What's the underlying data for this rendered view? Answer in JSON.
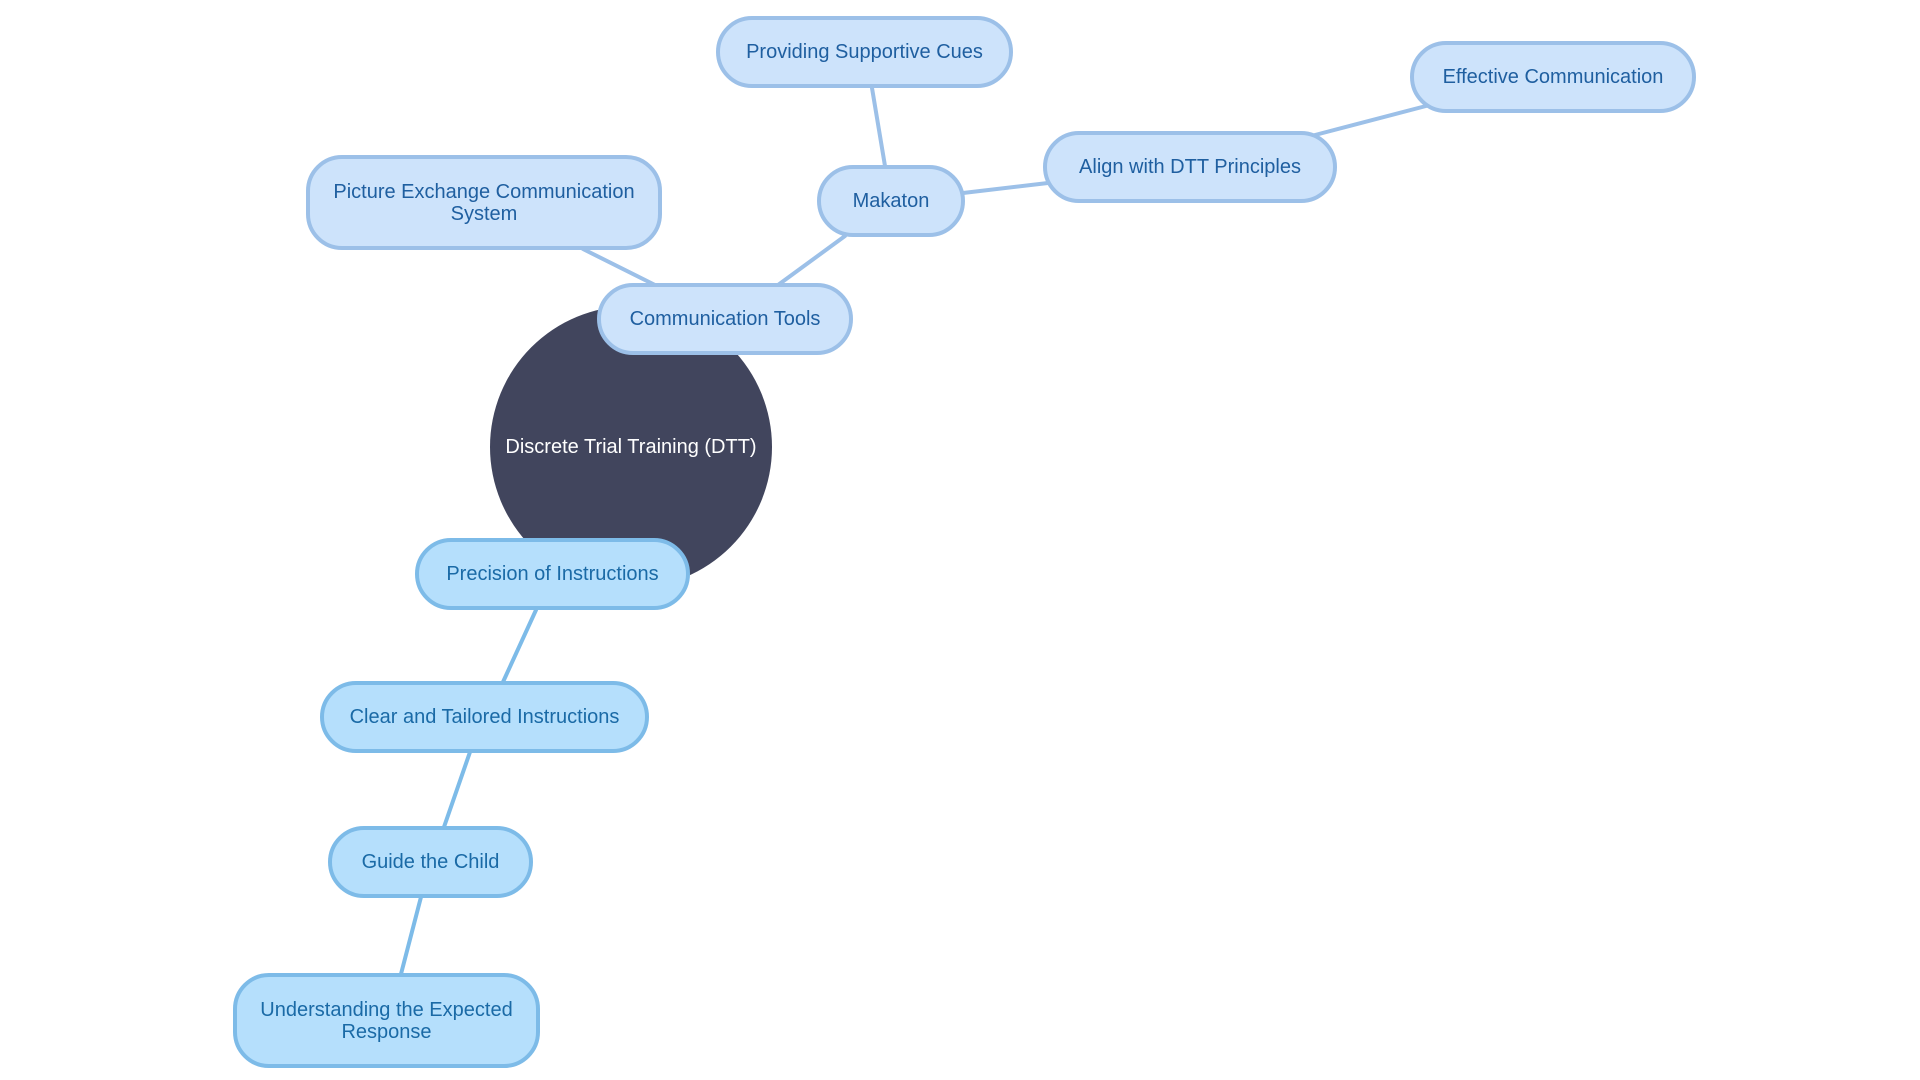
{
  "center": {
    "label": "Discrete Trial Training (DTT)"
  },
  "nodes": {
    "communication_tools": "Communication Tools",
    "pecs": "Picture Exchange Communication System",
    "makaton": "Makaton",
    "supportive_cues": "Providing Supportive Cues",
    "align_dtt": "Align with DTT Principles",
    "effective_communication": "Effective Communication",
    "precision": "Precision of Instructions",
    "clear_tailored": "Clear and Tailored Instructions",
    "guide_child": "Guide the Child",
    "expected_response": "Understanding the Expected Response"
  },
  "colors": {
    "center_fill": "#41455d",
    "branch_communication_fill": "#cde3fb",
    "branch_communication_border": "#9cc0e8",
    "branch_precision_fill": "#b5dffc",
    "branch_precision_border": "#7dbbe8"
  }
}
